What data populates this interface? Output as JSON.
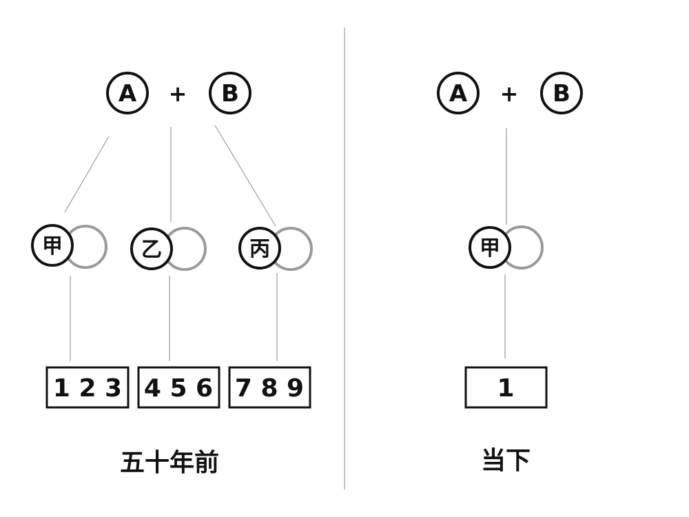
{
  "left": {
    "top_a": "A",
    "plus": "+",
    "top_b": "B",
    "nodes": [
      "甲",
      "乙",
      "丙"
    ],
    "boxes": [
      "1 2 3",
      "4 5 6",
      "7 8 9"
    ],
    "caption": "五十年前"
  },
  "right": {
    "top_a": "A",
    "plus": "+",
    "top_b": "B",
    "node": "甲",
    "box": "1",
    "caption": "当下"
  }
}
